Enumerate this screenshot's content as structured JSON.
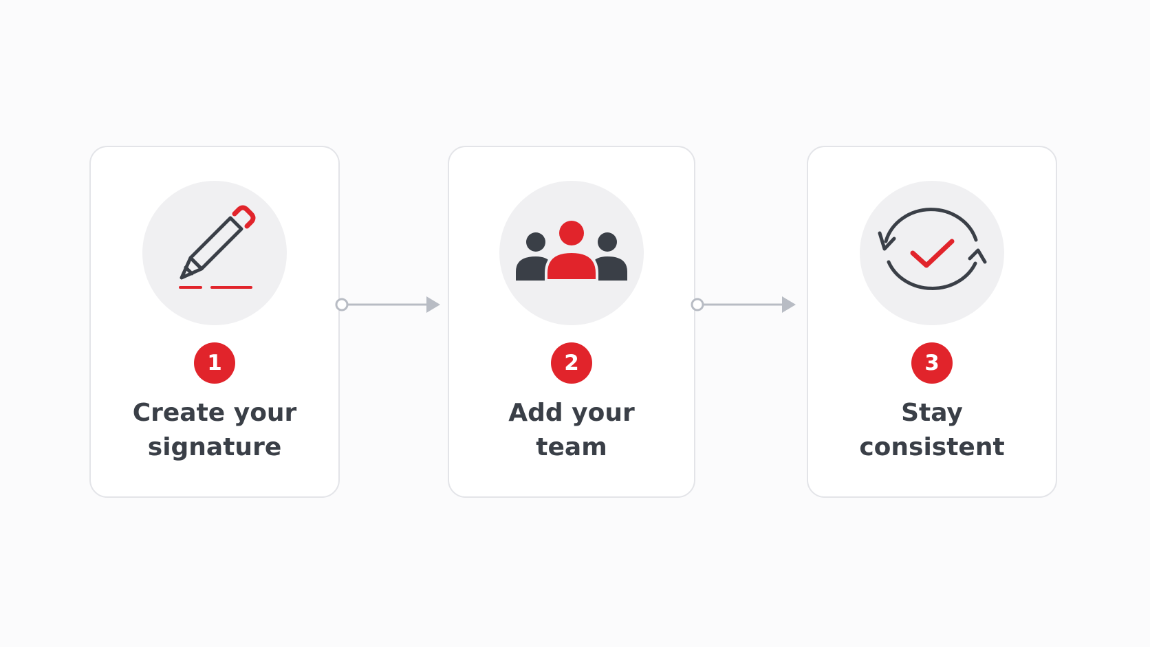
{
  "steps": [
    {
      "number": "1",
      "label_line1": "Create your",
      "label_line2": "signature",
      "icon": "pencil-icon"
    },
    {
      "number": "2",
      "label_line1": "Add your",
      "label_line2": "team",
      "icon": "team-icon"
    },
    {
      "number": "3",
      "label_line1": "Stay",
      "label_line2": "consistent",
      "icon": "sync-check-icon"
    }
  ],
  "colors": {
    "accent": "#e1242b",
    "text": "#3a3f47",
    "icon_dark": "#3a3f47",
    "card_border": "#e3e4e8",
    "icon_bg": "#f0f0f2",
    "connector": "#b8bcc4"
  }
}
